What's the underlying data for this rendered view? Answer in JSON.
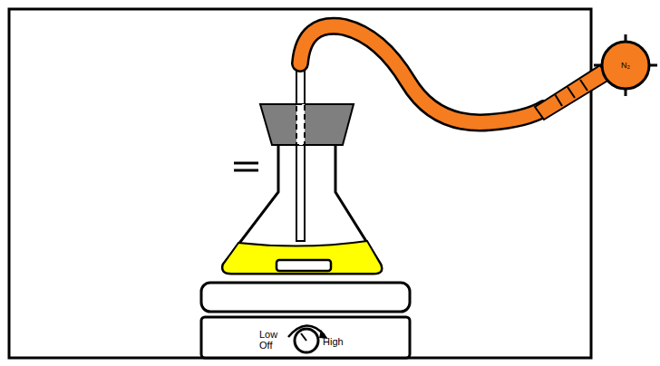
{
  "diagram": {
    "nodes": [
      {
        "text": [
          "N₂"
        ]
      }
    ],
    "labels": [
      "Low",
      "Off",
      "High"
    ]
  }
}
